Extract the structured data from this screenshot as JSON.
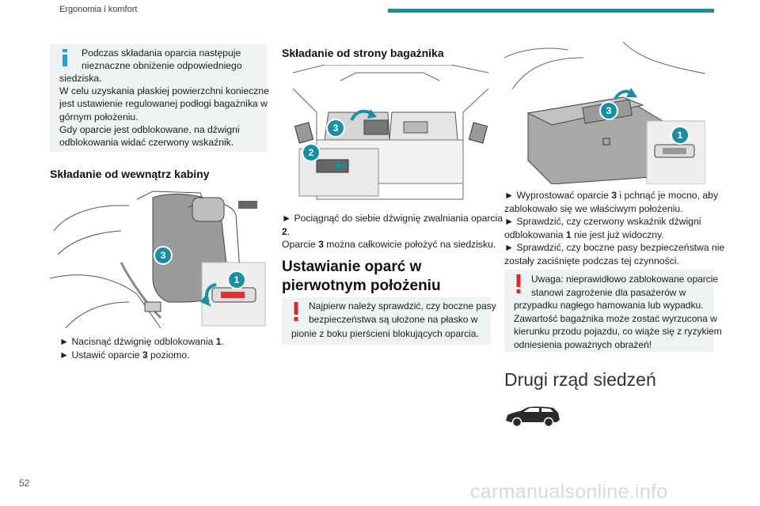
{
  "header": {
    "section_title": "Ergonomia i komfort",
    "accent_color": "#1a8fa0"
  },
  "info_box": {
    "icon": "info-icon",
    "first_lines": [
      "Podczas składania oparcia następuje",
      "nieznaczne obniżenie odpowiedniego"
    ],
    "lines": [
      "siedziska.",
      "W celu uzyskania płaskiej powierzchni konieczne",
      "jest ustawienie regulowanej podłogi bagażnika w",
      "górnym położeniu.",
      "Gdy oparcie jest odblokowane, na dźwigni",
      "odblokowania widać czerwony wskaźnik."
    ]
  },
  "section_cabin": {
    "heading": "Składanie od wewnątrz kabiny",
    "badges": [
      "3",
      "1"
    ],
    "step1_prefix": "► Nacisnąć dźwignię odblokowania ",
    "step1_ref": "1",
    "step1_suffix": ".",
    "step2_prefix": "► Ustawić oparcie ",
    "step2_ref": "3",
    "step2_suffix": " poziomo."
  },
  "section_trunk": {
    "heading": "Składanie od strony bagażnika",
    "badges": [
      "3",
      "2"
    ],
    "step1_line1": "► Pociągnąć do siebie dźwignię zwalniania oparcia",
    "step1_ref": "2",
    "step1_suffix": ".",
    "note_prefix": "Oparcie ",
    "note_ref": "3",
    "note_suffix": " można całkowicie położyć na siedzisku."
  },
  "section_reset": {
    "heading_line1": "Ustawianie oparć w",
    "heading_line2": "pierwotnym położeniu",
    "warning_icon": "exclamation-icon",
    "warning_first_lines": [
      "Najpierw należy sprawdzić, czy boczne pasy",
      "bezpieczeństwa są ułożone na płasko w"
    ],
    "warning_line": "pionie z boku pierścieni blokujących oparcia."
  },
  "section_right": {
    "badges": [
      "3",
      "1"
    ],
    "step1_prefix": "► Wyprostować oparcie ",
    "step1_ref": "3",
    "step1_suffix": " i pchnąć je mocno, aby",
    "step1_line2": "zablokowało się we właściwym położeniu.",
    "step2_line1": "► Sprawdzić, czy czerwony wskaźnik dźwigni",
    "step2_prefix": "odblokowania ",
    "step2_ref": "1",
    "step2_suffix": " nie jest już widoczny.",
    "step3_line1": "► Sprawdzić, czy boczne pasy bezpieczeństwa nie",
    "step3_line2": "zostały zaciśnięte podczas tej czynności.",
    "warning_icon": "exclamation-icon",
    "warning_first_lines": [
      "Uwaga: nieprawidłowo zablokowane oparcie",
      "stanowi zagrożenie dla pasażerów w"
    ],
    "warning_lines": [
      "przypadku nagłego hamowania lub wypadku.",
      "Zawartość bagażnika może zostać wyrzucona w",
      "kierunku przodu pojazdu, co wiąże się z ryzykiem",
      "odniesienia poważnych obrażeń!"
    ],
    "big_title": "Drugi rząd siedzeń",
    "car_icon": "suv-car-icon"
  },
  "footer": {
    "page_number": "52",
    "watermark": "carmanualsonline.info"
  }
}
